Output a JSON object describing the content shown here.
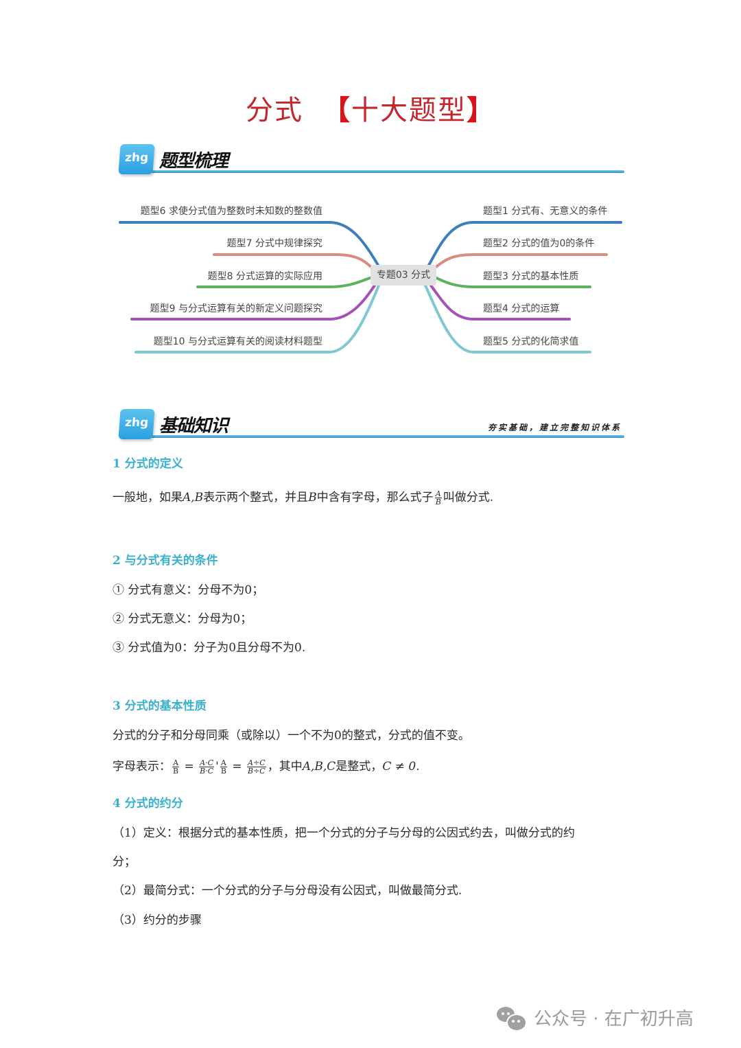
{
  "title": {
    "main": "分式",
    "bracket_open": "【",
    "sub": "十大题型",
    "bracket_close": "】"
  },
  "section1": {
    "badge": "zhg",
    "title": "题型梳理"
  },
  "mindmap": {
    "center": "专题03 分式",
    "left": [
      {
        "label": "题型6 求使分式值为整数时未知数的整数值",
        "color": "#3b7fc0"
      },
      {
        "label": "题型7  分式中规律探究",
        "color": "#d98b7e"
      },
      {
        "label": "题型8 分式运算的实际应用",
        "color": "#5db35d"
      },
      {
        "label": "题型9 与分式运算有关的新定义问题探究",
        "color": "#a452b5"
      },
      {
        "label": "题型10 与分式运算有关的阅读材料题型",
        "color": "#7ec8d2"
      }
    ],
    "right": [
      {
        "label": "题型1 分式有、无意义的条件",
        "color": "#3b7fc0"
      },
      {
        "label": "题型2 分式的值为0的条件",
        "color": "#d98b7e"
      },
      {
        "label": "题型3 分式的基本性质",
        "color": "#5db35d"
      },
      {
        "label": "题型4 分式的运算",
        "color": "#a452b5"
      },
      {
        "label": "题型5 分式的化简求值",
        "color": "#7ec8d2"
      }
    ]
  },
  "section2": {
    "badge": "zhg",
    "title": "基础知识",
    "slogan": "夯实基础，建立完整知识体系"
  },
  "content": {
    "h1": "1  分式的定义",
    "p1_pre": "一般地，如果",
    "p1_ab": "A,B",
    "p1_mid": "表示两个整式，并且",
    "p1_b": "B",
    "p1_mid2": "中含有字母，那么式子",
    "p1_frac_num": "A",
    "p1_frac_den": "B",
    "p1_post": "叫做分式.",
    "h2": "2  与分式有关的条件",
    "c1": "①  分式有意义：分母不为0；",
    "c2": "②  分式无意义：分母为0；",
    "c3": "③  分式值为0：分子为0且分母不为0.",
    "h3": "3  分式的基本性质",
    "p3": "分式的分子和分母同乘（或除以）一个不为0的整式，分式的值不变。",
    "p3b_pre": "字母表示：",
    "f1_num": "A",
    "f1_den": "B",
    "eq": "=",
    "f2_num": "A·C",
    "f2_den": "B·C",
    "sep": "'",
    "f3_num": "A",
    "f3_den": "B",
    "f4_num": "A÷C",
    "f4_den": "B÷C",
    "p3b_post": "，其中",
    "p3b_abc": "A,B,C",
    "p3b_post2": "是整式，",
    "p3b_cond": "C ≠ 0.",
    "h4": "4  分式的约分",
    "d1_line1": "（1）定义：根据分式的基本性质，把一个分式的分子与分母的公因式约去，叫做分式的约",
    "d1_line2": "分；",
    "d2": "（2）最简分式：一个分式的分子与分母没有公因式，叫做最简分式.",
    "d3": "（3）约分的步骤"
  },
  "footer": {
    "icon": "wechat-icon",
    "text": "公众号 · 在广初升高"
  }
}
